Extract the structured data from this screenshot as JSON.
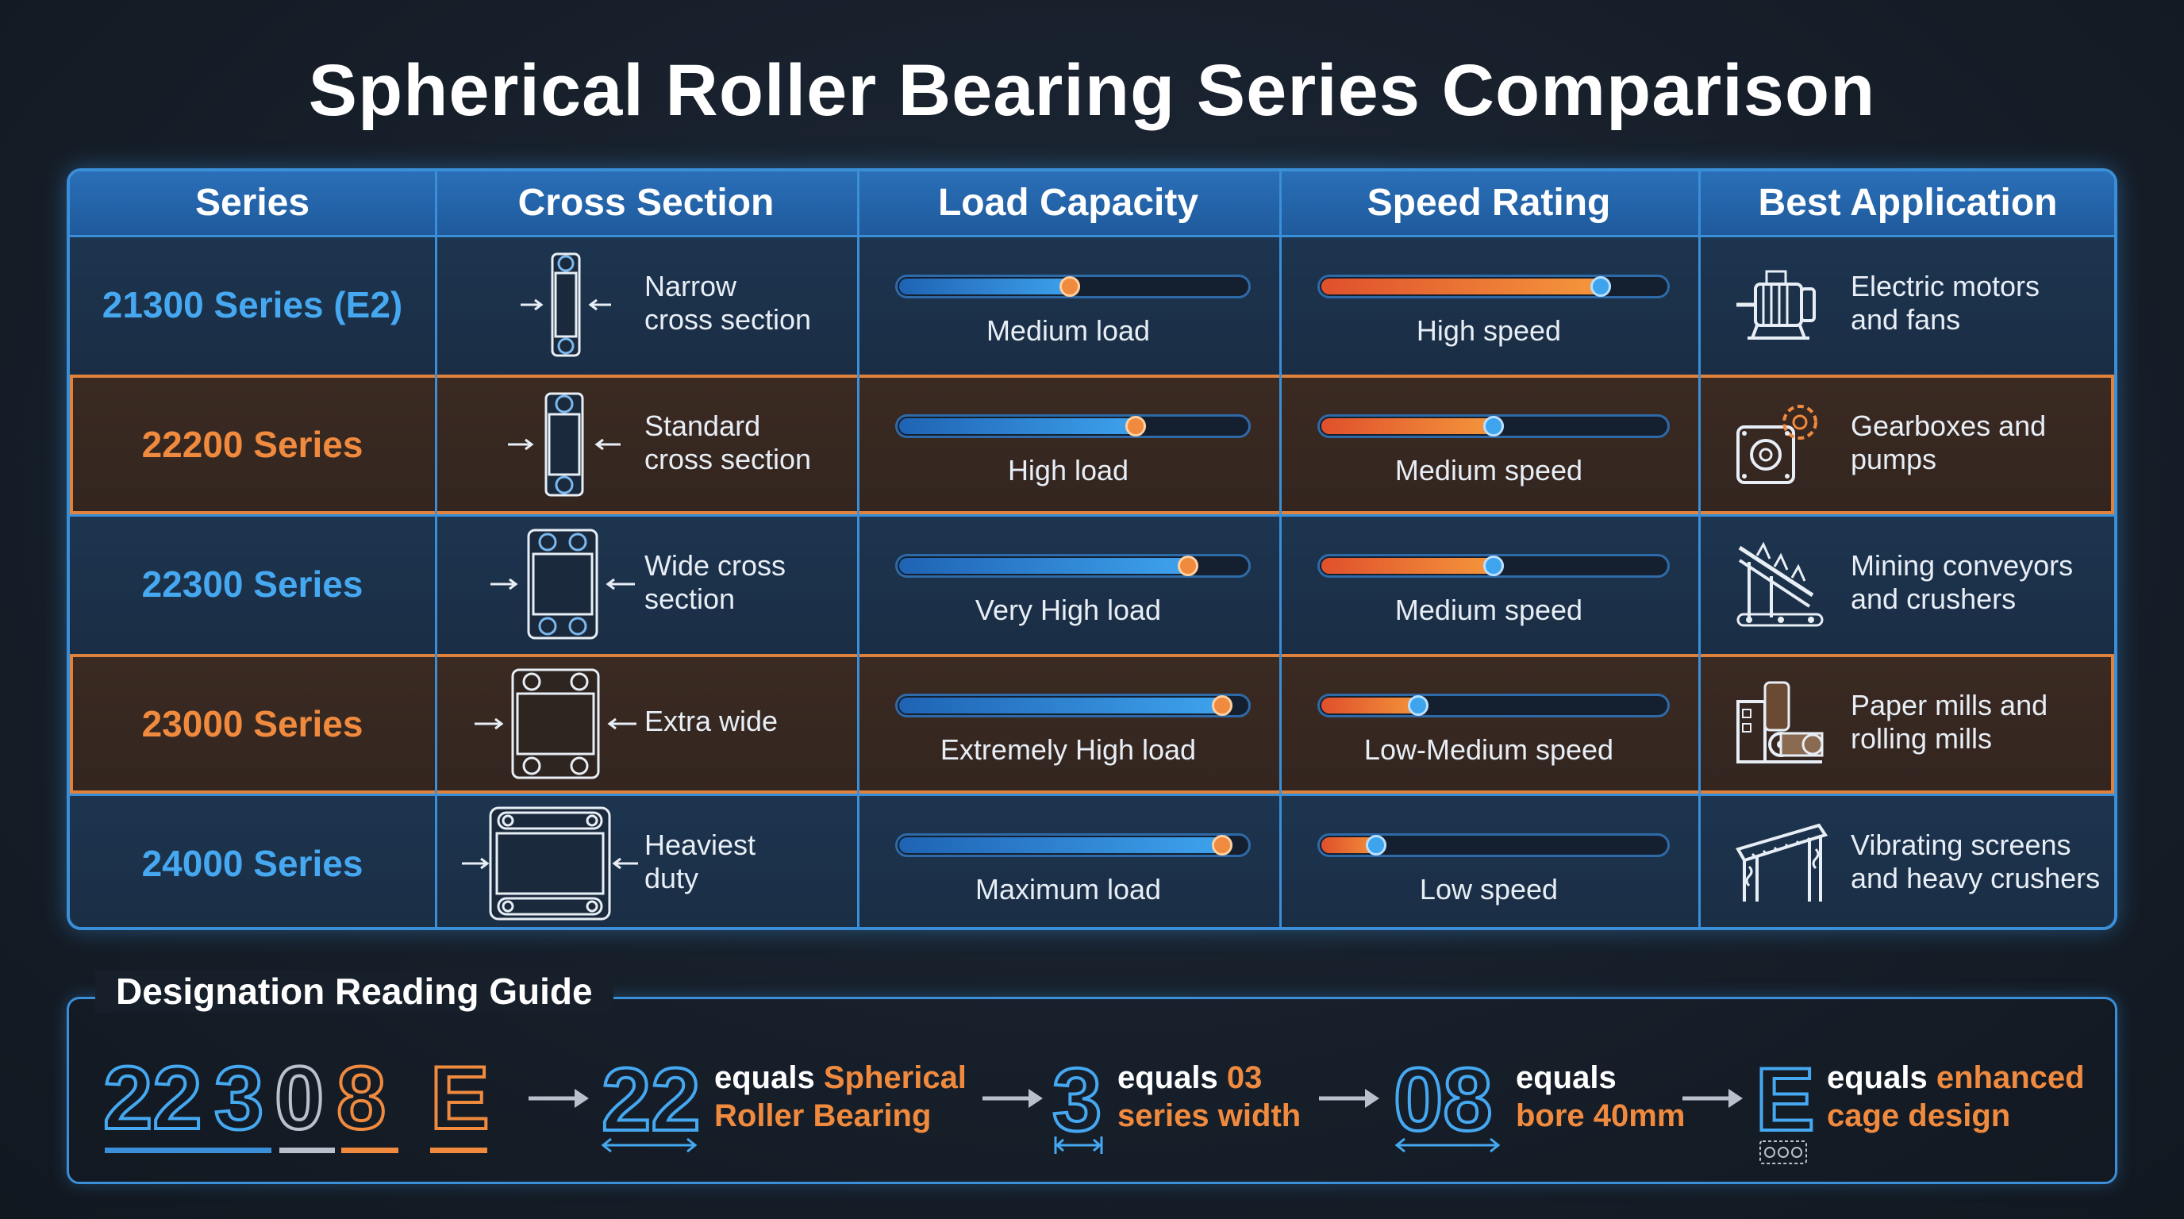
{
  "title": "Spherical Roller Bearing Series Comparison",
  "headers": [
    "Series",
    "Cross Section",
    "Load Capacity",
    "Speed Rating",
    "Best Application"
  ],
  "rows": [
    {
      "series": "21300 Series (E2)",
      "cross_section": [
        "Narrow",
        "cross section"
      ],
      "load_label": "Medium load",
      "load_level": 0.52,
      "speed_label": "High speed",
      "speed_level": 0.84,
      "application": [
        "Electric motors",
        "and fans"
      ],
      "icon": "motor-icon",
      "theme": "blue"
    },
    {
      "series": "22200 Series",
      "cross_section": [
        "Standard",
        "cross section"
      ],
      "load_label": "High load",
      "load_level": 0.71,
      "speed_label": "Medium speed",
      "speed_level": 0.53,
      "application": [
        "Gearboxes and",
        "pumps"
      ],
      "icon": "gearbox-icon",
      "theme": "orange"
    },
    {
      "series": "22300 Series",
      "cross_section": [
        "Wide cross",
        "section"
      ],
      "load_label": "Very High load",
      "load_level": 0.86,
      "speed_label": "Medium speed",
      "speed_level": 0.53,
      "application": [
        "Mining conveyors",
        "and crushers"
      ],
      "icon": "conveyor-icon",
      "theme": "blue"
    },
    {
      "series": "23000 Series",
      "cross_section": [
        "Extra wide"
      ],
      "load_label": "Extremely High load",
      "load_level": 0.96,
      "speed_label": "Low-Medium speed",
      "speed_level": 0.31,
      "application": [
        "Paper mills and",
        "rolling mills"
      ],
      "icon": "paper-mill-icon",
      "theme": "orange"
    },
    {
      "series": "24000 Series",
      "cross_section": [
        "Heaviest",
        "duty"
      ],
      "load_label": "Maximum load",
      "load_level": 0.96,
      "speed_label": "Low speed",
      "speed_level": 0.19,
      "application": [
        "Vibrating screens",
        "and heavy crushers"
      ],
      "icon": "vibrating-screen-icon",
      "theme": "blue"
    }
  ],
  "guide": {
    "title": "Designation Reading Guide",
    "designation": [
      "22",
      "3",
      "0",
      "8",
      "E"
    ],
    "parts": [
      {
        "code": "22",
        "text_white": "equals ",
        "text_orange": "Spherical",
        "line2": "Roller Bearing",
        "line2_color": "orange"
      },
      {
        "code": "3",
        "text_white": "equals ",
        "text_orange": "03",
        "line2": "series width",
        "line2_color": "orange"
      },
      {
        "code": "08",
        "text_white": "equals",
        "text_orange": "",
        "line2": "bore 40mm",
        "line2_color": "orange"
      },
      {
        "code": "E",
        "text_white": "equals ",
        "text_orange": "enhanced",
        "line2": "cage design",
        "line2_color": "orange"
      }
    ]
  },
  "colors": {
    "accent_blue": "#45a8f0",
    "accent_orange": "#f08a3e",
    "border": "#3a8fd8",
    "background": "#161e29"
  }
}
